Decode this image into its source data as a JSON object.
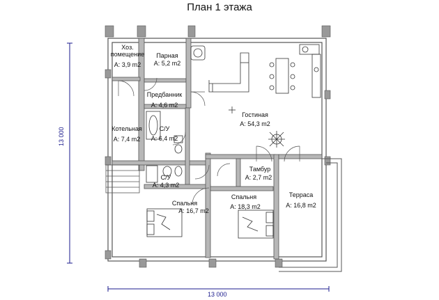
{
  "title": "План 1 этажа",
  "dimensions": {
    "horizontal": "13 000",
    "vertical": "13 000"
  },
  "rooms": [
    {
      "id": "hoz",
      "name": "Хоз. помещение",
      "area": "A: 3,9 m2"
    },
    {
      "id": "parnaya",
      "name": "Парная",
      "area": "A: 5,2 m2"
    },
    {
      "id": "predbannik",
      "name": "Предбанник",
      "area": "A: 4,6 m2"
    },
    {
      "id": "kotelnaya",
      "name": "Котельная",
      "area": "A: 7,4 m2"
    },
    {
      "id": "su1",
      "name": "С/У",
      "area": "A: 6,4 m2"
    },
    {
      "id": "su2",
      "name": "С/У",
      "area": "A: 4,3 m2"
    },
    {
      "id": "gostinaya",
      "name": "Гостиная",
      "area": "A: 54,3 m2"
    },
    {
      "id": "tambur",
      "name": "Тамбур",
      "area": "A: 2,7 m2"
    },
    {
      "id": "spalnya1",
      "name": "Спальня",
      "area": "A: 16,7 m2"
    },
    {
      "id": "spalnya2",
      "name": "Спальня",
      "area": "A: 18,3 m2"
    },
    {
      "id": "terrasa",
      "name": "Терраса",
      "area": "A: 16,8 m2"
    }
  ],
  "colors": {
    "wall": "#6f6f6f",
    "line": "#333333",
    "dimension": "#1a1a8c"
  }
}
